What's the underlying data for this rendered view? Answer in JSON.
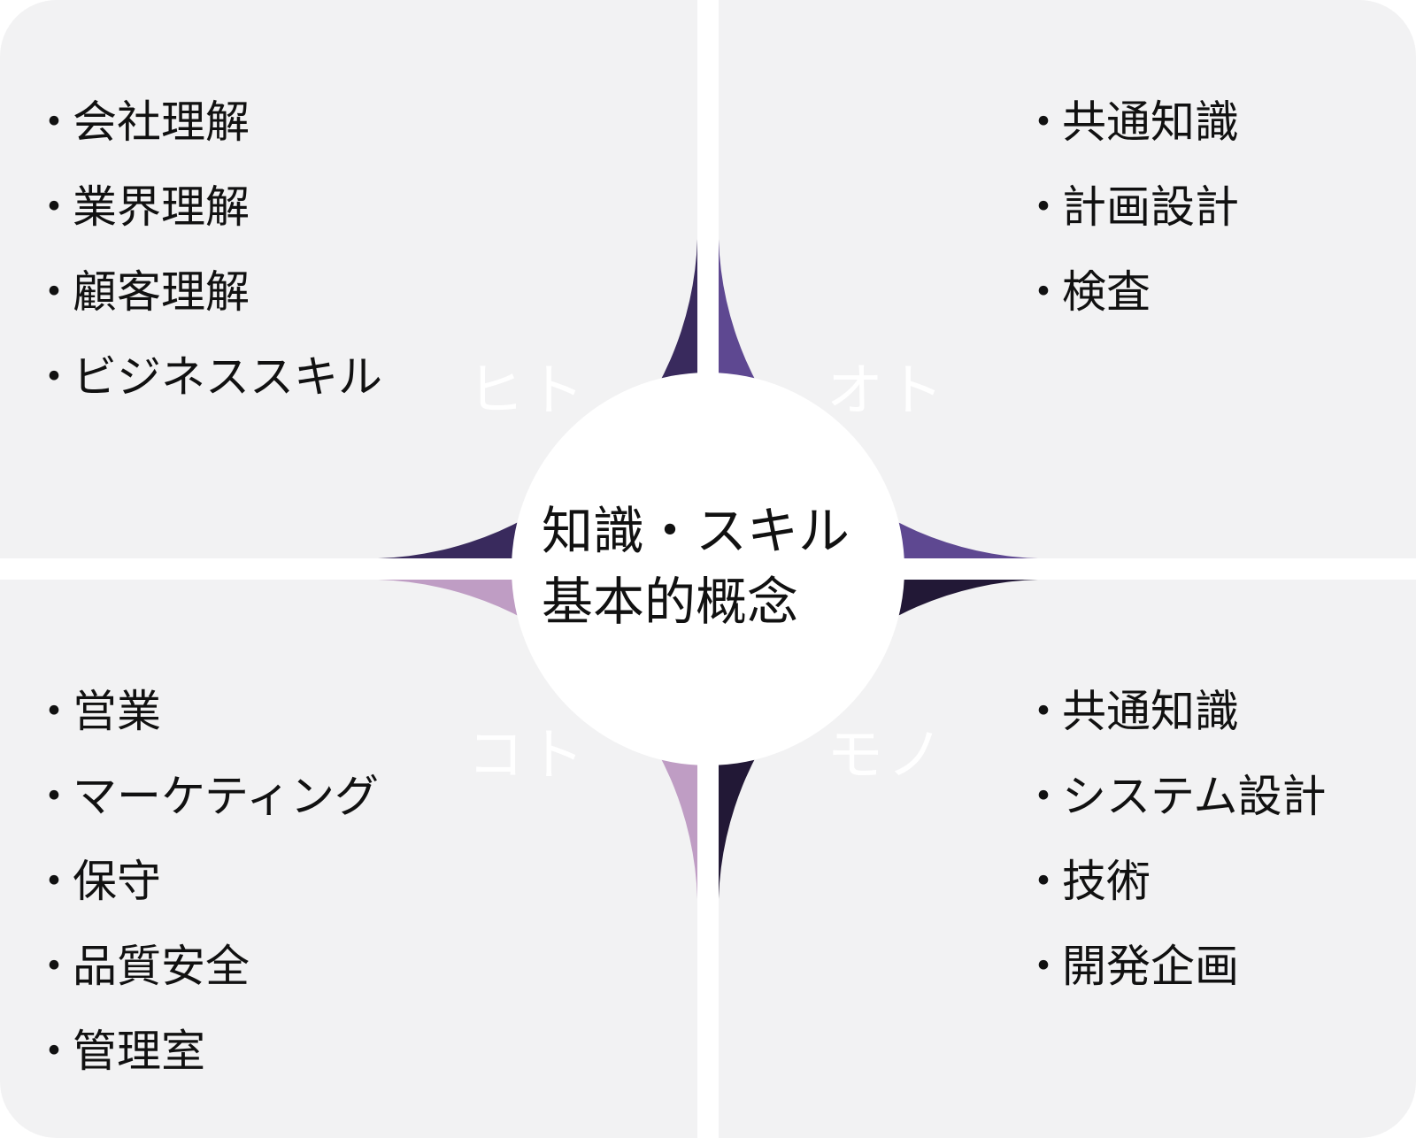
{
  "quadrants": {
    "top_left": {
      "items": [
        "会社理解",
        "業界理解",
        "顧客理解",
        "ビジネススキル"
      ]
    },
    "top_right": {
      "items": [
        "共通知識",
        "計画設計",
        "検査"
      ]
    },
    "bottom_left": {
      "items": [
        "営業",
        "マーケティング",
        "保守",
        "品質安全",
        "管理室"
      ]
    },
    "bottom_right": {
      "items": [
        "共通知識",
        "システム設計",
        "技術",
        "開発企画"
      ]
    }
  },
  "segments": {
    "hito": {
      "label": "ヒト",
      "color": "#392a5d"
    },
    "oto": {
      "label": "オト",
      "color": "#5e4891"
    },
    "koto": {
      "label": "コト",
      "color": "#bf9dc4"
    },
    "mono": {
      "label": "モノ",
      "color": "#221836"
    }
  },
  "center": {
    "line1": "知識・スキル",
    "line2": "基本的概念"
  }
}
